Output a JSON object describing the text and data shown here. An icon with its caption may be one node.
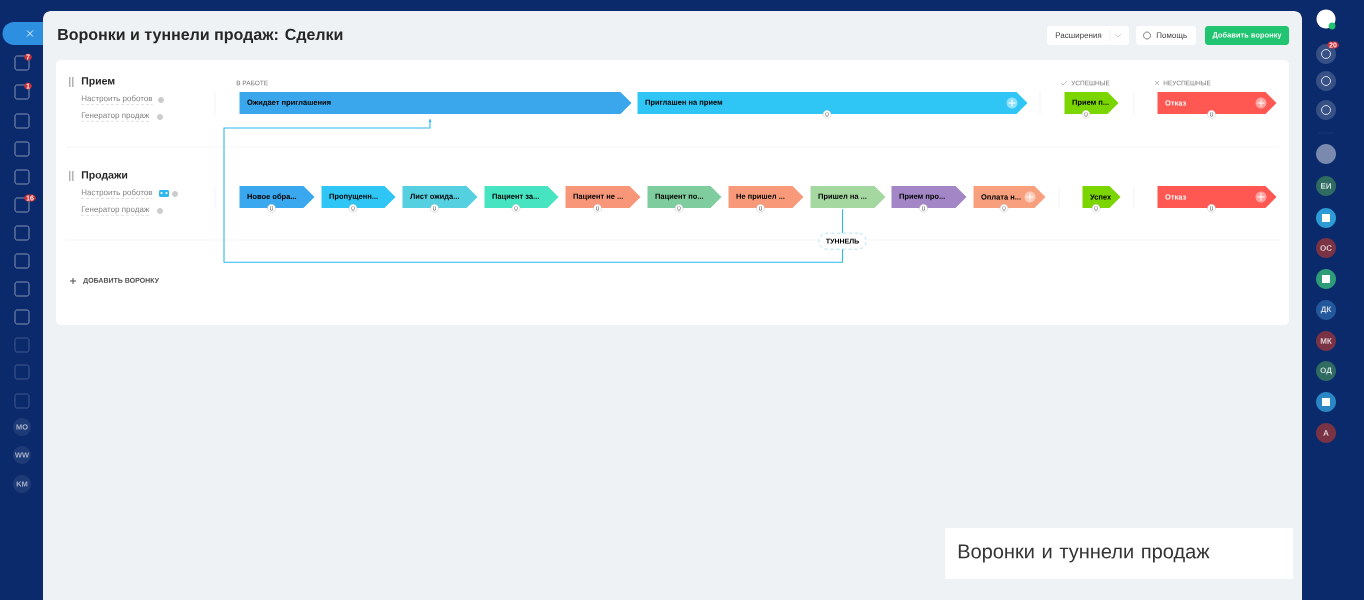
{
  "diagram": {
    "title": "Воронки и туннели продаж: Сделки",
    "caption": "Воронки и туннели продаж",
    "nodes": [
      {
        "text": [
          "Ожидает приглашения"
        ]
      },
      {
        "text": [
          "Приглашен на прием"
        ],
        "beside": [
          "0"
        ]
      },
      {
        "text": [
          "Прием п..."
        ],
        "beside": [
          "0"
        ]
      },
      {
        "text": [
          "Отказ"
        ],
        "beside": [
          "0"
        ]
      },
      {
        "text": [
          "Новое обра..."
        ],
        "beside": [
          "0"
        ]
      },
      {
        "text": [
          "Пропущенн..."
        ],
        "beside": [
          "0"
        ]
      },
      {
        "text": [
          "Лист ожида..."
        ],
        "beside": [
          "0"
        ]
      },
      {
        "text": [
          "Пациент за..."
        ],
        "beside": [
          "0"
        ]
      },
      {
        "text": [
          "Пациент не ..."
        ],
        "beside": [
          "0"
        ]
      },
      {
        "text": [
          "Пациент по..."
        ],
        "beside": [
          "0"
        ]
      },
      {
        "text": [
          "Не пришел ..."
        ],
        "beside": [
          "0"
        ]
      },
      {
        "text": [
          "Пришел на ..."
        ]
      },
      {
        "text": [
          "Прием про..."
        ],
        "beside": [
          "0"
        ]
      },
      {
        "text": [
          "Оплата н..."
        ],
        "beside": [
          "0"
        ]
      },
      {
        "text": [
          "Успех"
        ],
        "beside": [
          "0"
        ]
      },
      {
        "text": [
          "Отказ"
        ],
        "beside": [
          "0"
        ]
      }
    ],
    "edges": [
      {
        "from": 11,
        "to": 0,
        "arrow": "to",
        "label": "ТУННЕЛЬ"
      }
    ],
    "labels": [
      "7",
      "1",
      "16",
      "МО",
      "WW",
      "KM",
      "Расширения",
      "Помощь",
      "Добавить воронку",
      "Прием",
      "Настроить роботов",
      "Генератор продаж",
      "В РАБОТЕ",
      "УСПЕШНЫЕ",
      "НЕУСПЕШНЫЕ",
      "Продажи",
      "Настроить роботов",
      "Генератор продаж",
      "ДОБАВИТЬ ВОРОНКУ",
      "20",
      "ЕИ",
      "ОС",
      "ДК",
      "МК",
      "ОД",
      "А"
    ]
  }
}
